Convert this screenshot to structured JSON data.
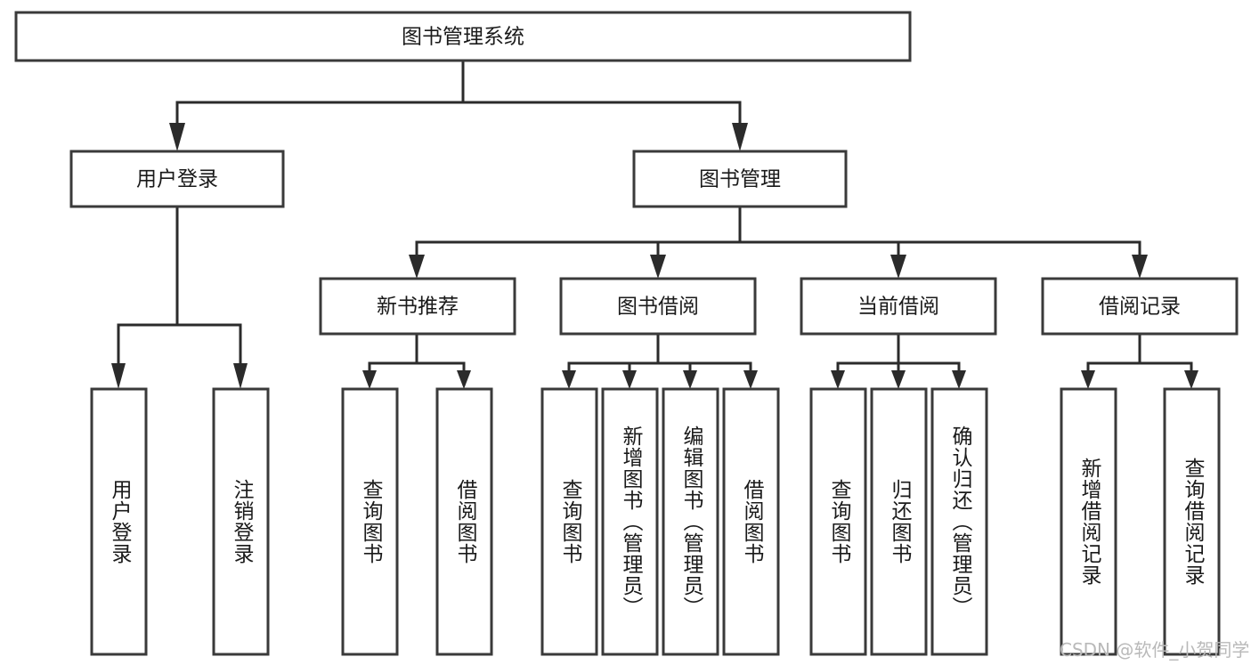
{
  "diagram": {
    "type": "tree-hierarchy",
    "title": "图书管理系统",
    "watermark": "CSDN @软件_小贺同学",
    "colors": {
      "background": "#ffffff",
      "box_stroke": "#3a3a3a",
      "connector": "#2b2b2b",
      "text": "#1a1a1a",
      "watermark": "#b9b9b9"
    },
    "root": {
      "label": "图书管理系统"
    },
    "level2": [
      {
        "label": "用户登录"
      },
      {
        "label": "图书管理"
      }
    ],
    "level3": [
      {
        "label": "新书推荐"
      },
      {
        "label": "图书借阅"
      },
      {
        "label": "当前借阅"
      },
      {
        "label": "借阅记录"
      }
    ],
    "leaves": {
      "user_login": [
        {
          "label": "用户登录"
        },
        {
          "label": "注销登录"
        }
      ],
      "new_book_recommend": [
        {
          "label": "查询图书"
        },
        {
          "label": "借阅图书"
        }
      ],
      "book_borrow": [
        {
          "label": "查询图书"
        },
        {
          "label": "新增图书（管理员）"
        },
        {
          "label": "编辑图书（管理员）"
        },
        {
          "label": "借阅图书"
        }
      ],
      "current_borrow": [
        {
          "label": "查询图书"
        },
        {
          "label": "归还图书"
        },
        {
          "label": "确认归还（管理员）"
        }
      ],
      "borrow_record": [
        {
          "label": "新增借阅记录"
        },
        {
          "label": "查询借阅记录"
        }
      ]
    }
  }
}
